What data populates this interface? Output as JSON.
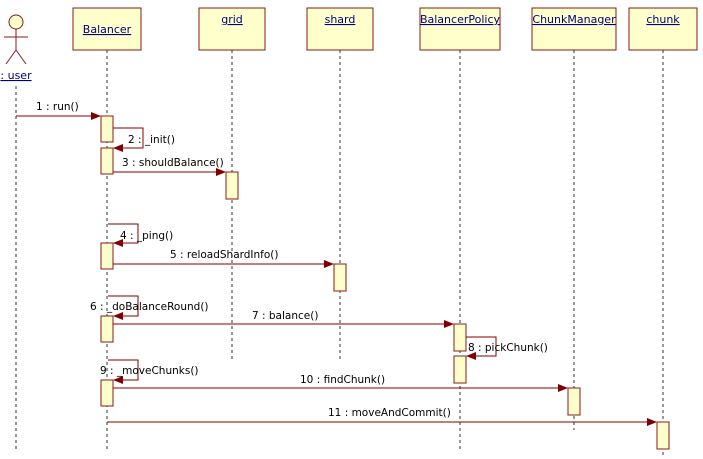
{
  "actor": {
    "label": ": user"
  },
  "lifelines": [
    {
      "id": "balancer",
      "label": "Balancer"
    },
    {
      "id": "grid",
      "label": "grid"
    },
    {
      "id": "shard",
      "label": "shard"
    },
    {
      "id": "policy",
      "label": "BalancerPolicy"
    },
    {
      "id": "chunkmgr",
      "label": "ChunkManager"
    },
    {
      "id": "chunk",
      "label": "chunk"
    }
  ],
  "messages": [
    {
      "id": "m1",
      "label": "1 : run()",
      "from": "user",
      "to": "balancer",
      "self": false
    },
    {
      "id": "m2",
      "label": "2 : _init()",
      "from": "balancer",
      "to": "balancer",
      "self": true
    },
    {
      "id": "m3",
      "label": "3 : shouldBalance()",
      "from": "balancer",
      "to": "grid",
      "self": false
    },
    {
      "id": "m4",
      "label": "4 : _ping()",
      "from": "balancer",
      "to": "balancer",
      "self": true
    },
    {
      "id": "m5",
      "label": "5 : reloadShardInfo()",
      "from": "balancer",
      "to": "shard",
      "self": false
    },
    {
      "id": "m6",
      "label": "6 : _doBalanceRound()",
      "from": "balancer",
      "to": "balancer",
      "self": true
    },
    {
      "id": "m7",
      "label": "7 : balance()",
      "from": "balancer",
      "to": "policy",
      "self": false
    },
    {
      "id": "m8",
      "label": "8 : pickChunk()",
      "from": "policy",
      "to": "policy",
      "self": true
    },
    {
      "id": "m9",
      "label": "9 : _moveChunks()",
      "from": "balancer",
      "to": "balancer",
      "self": true
    },
    {
      "id": "m10",
      "label": "10 : findChunk()",
      "from": "balancer",
      "to": "chunkmgr",
      "self": false
    },
    {
      "id": "m11",
      "label": "11 : moveAndCommit()",
      "from": "balancer",
      "to": "chunk",
      "self": false
    }
  ]
}
